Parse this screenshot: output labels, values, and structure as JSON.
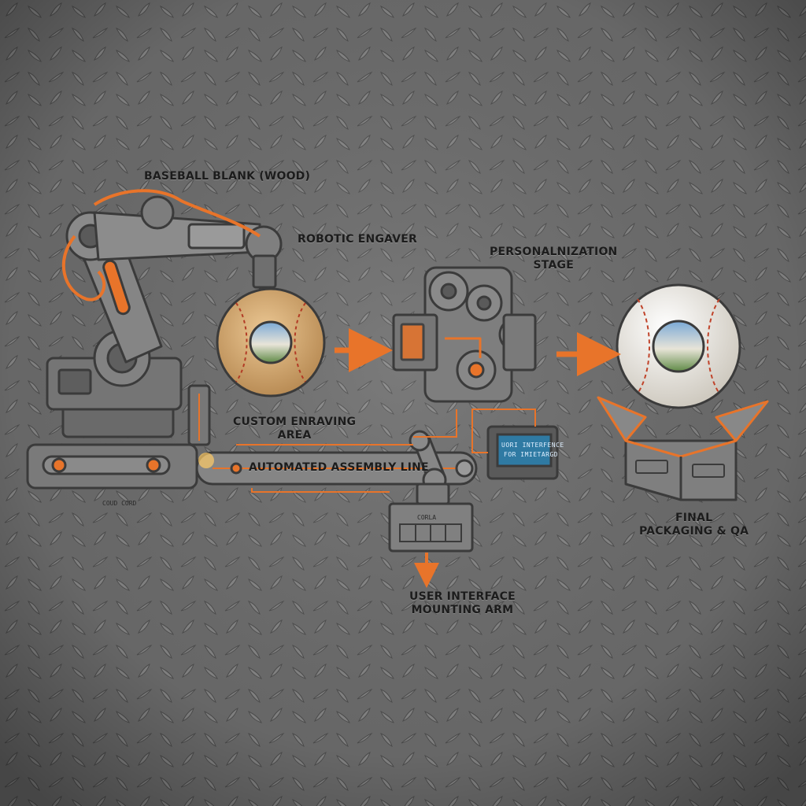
{
  "labels": {
    "baseball_blank": "BASEBALL BLANK (WOOD)",
    "robotic_engraver": "ROBOTIC ENGAVER",
    "personalization_line1": "PERSONALNIZATION",
    "personalization_line2": "STAGE",
    "custom_engraving_line1": "CUSTOM ENRAVING",
    "custom_engraving_line2": "AREA",
    "assembly_line": "AUTOMATED ASSEMBLY LINE",
    "final_line1": "FINAL",
    "final_line2": "PACKAGING & QA",
    "ui_arm_line1": "USER INTERFACE",
    "ui_arm_line2": "MOUNTING ARM"
  },
  "screens": {
    "ui_panel_line1": "UORI INTERFENCE",
    "ui_panel_line2": "FOR IMIETARGD",
    "control_box": "CORLA",
    "base_plate": "COUD CORD"
  },
  "colors": {
    "accent": "#e8742a",
    "outline": "#3b3b3b",
    "metal_plate": "#6e6e6e",
    "wood": "#d9b27a",
    "screen": "#2f7aa3"
  }
}
